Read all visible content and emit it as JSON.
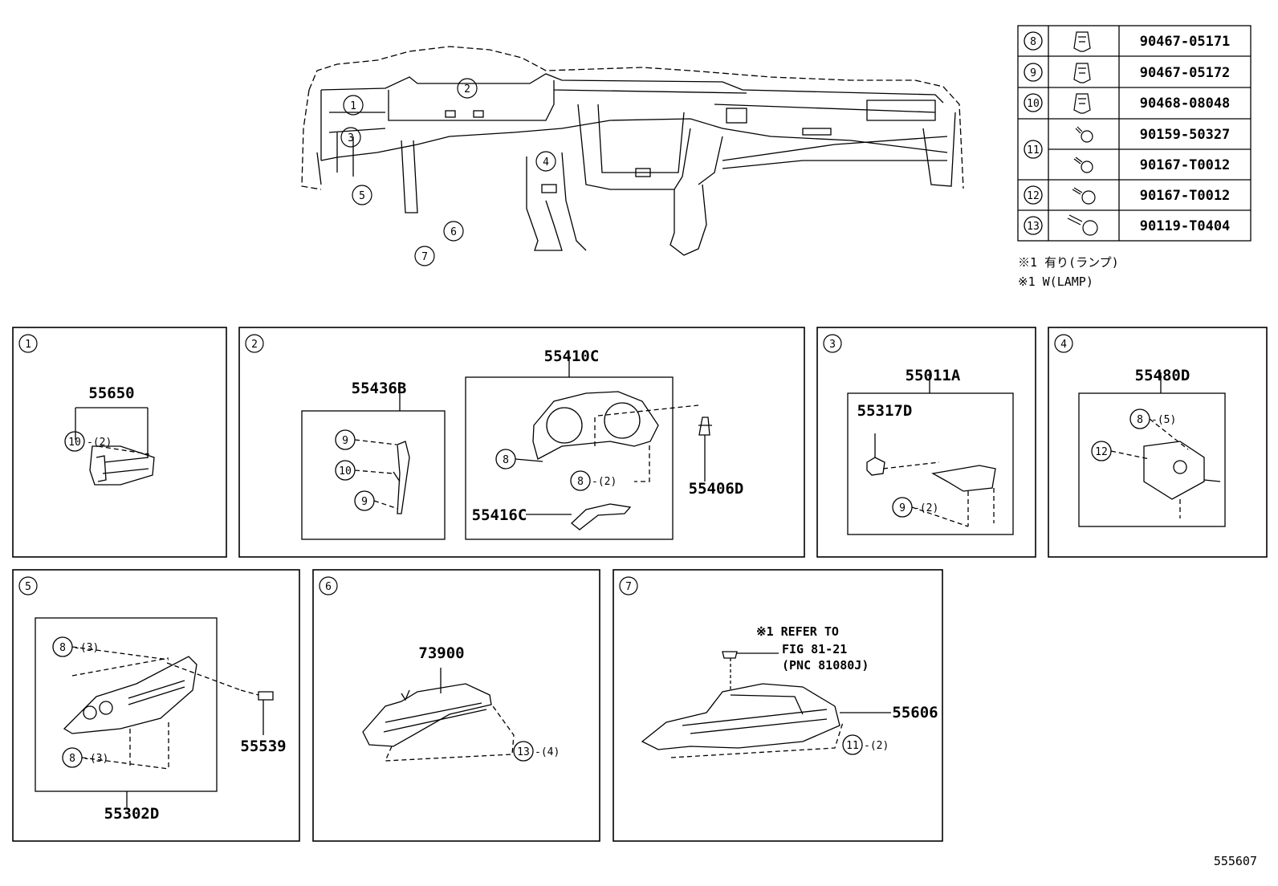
{
  "table": [
    {
      "ref": "8",
      "part": "90467-05171"
    },
    {
      "ref": "9",
      "part": "90467-05172"
    },
    {
      "ref": "10",
      "part": "90468-08048"
    },
    {
      "ref": "11",
      "part": "90159-50327"
    },
    {
      "ref": "",
      "part": "90167-T0012"
    },
    {
      "ref": "12",
      "part": "90167-T0012"
    },
    {
      "ref": "13",
      "part": "90119-T0404"
    }
  ],
  "notes": [
    "※1 有り(ランプ)",
    "※1 W(LAMP)"
  ],
  "main_callouts": [
    "1",
    "2",
    "3",
    "4",
    "5",
    "6",
    "7"
  ],
  "panels": {
    "p1": {
      "num": "1",
      "part": "55650",
      "sub": "10",
      "qty": "-(2)"
    },
    "p2": {
      "num": "2",
      "part_a": "55436B",
      "part_b": "55410C",
      "part_c": "55406D",
      "part_d": "55416C",
      "c9a": "9",
      "c10": "10",
      "c9b": "9",
      "c8a": "8",
      "c8b": "8",
      "qty8": "-(2)"
    },
    "p3": {
      "num": "3",
      "part": "55011A",
      "sub": "55317D",
      "c9": "9",
      "qty9": "-(2)"
    },
    "p4": {
      "num": "4",
      "part": "55480D",
      "c8": "8",
      "qty8": "-(5)",
      "c12": "12"
    },
    "p5": {
      "num": "5",
      "part": "55302D",
      "part_b": "55539",
      "c8a": "8",
      "qty8a": "-(3)",
      "c8b": "8",
      "qty8b": "-(3)"
    },
    "p6": {
      "num": "6",
      "part": "73900",
      "c13": "13",
      "qty13": "-(4)"
    },
    "p7": {
      "num": "7",
      "part": "55606",
      "note1": "※1 REFER TO",
      "note2": "FIG 81-21",
      "note3": "(PNC 81080J)",
      "c11": "11",
      "qty11": "-(2)"
    }
  },
  "footer_code": "555607"
}
